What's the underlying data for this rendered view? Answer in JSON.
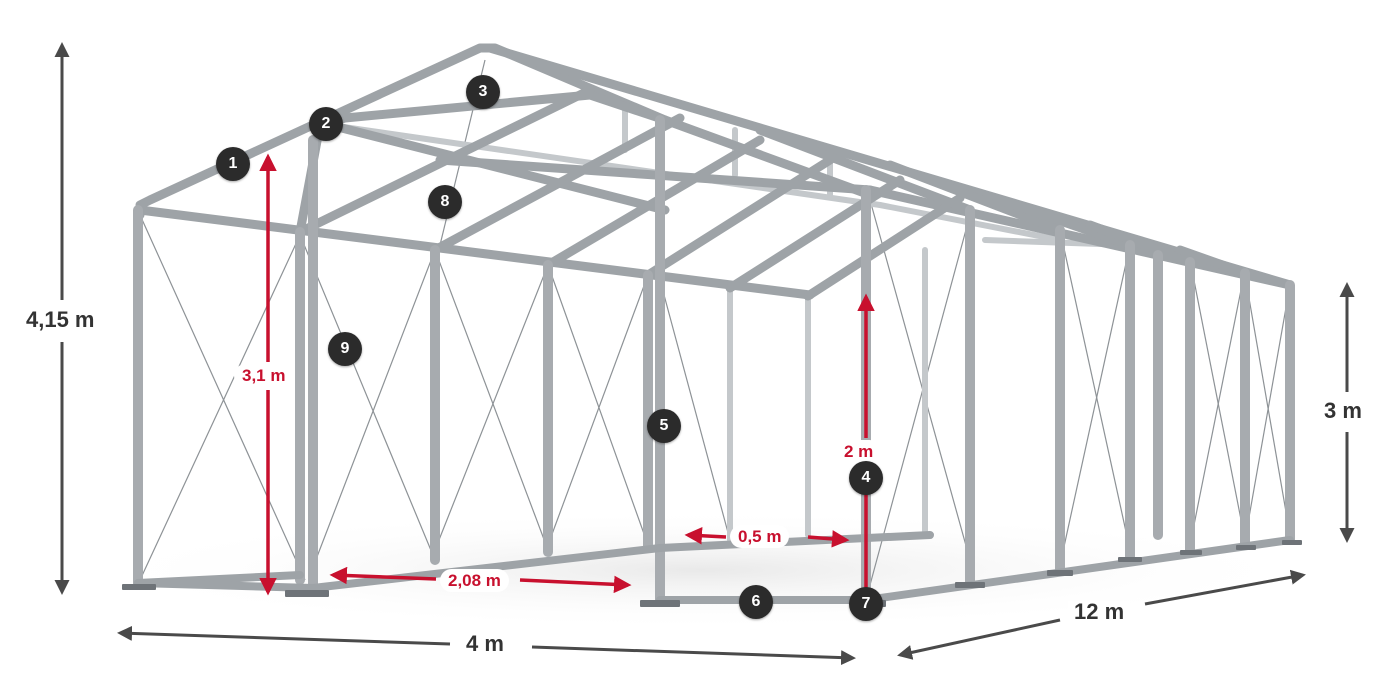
{
  "colors": {
    "frame": "#9ea3a7",
    "frame_light": "#d9dcde",
    "dimension_arrow": "#4a4a4a",
    "accent_red": "#c8102e",
    "marker_fill": "#2b2b2b"
  },
  "dimensions": {
    "total_height": "4,15 m",
    "side_height": "3 m",
    "length": "12 m",
    "width": "4 m"
  },
  "measurements": {
    "inner_height": "3,1 m",
    "door_height": "2 m",
    "gap": "0,5 m",
    "door_width": "2,08 m"
  },
  "markers": [
    "1",
    "2",
    "3",
    "4",
    "5",
    "6",
    "7",
    "8",
    "9"
  ]
}
